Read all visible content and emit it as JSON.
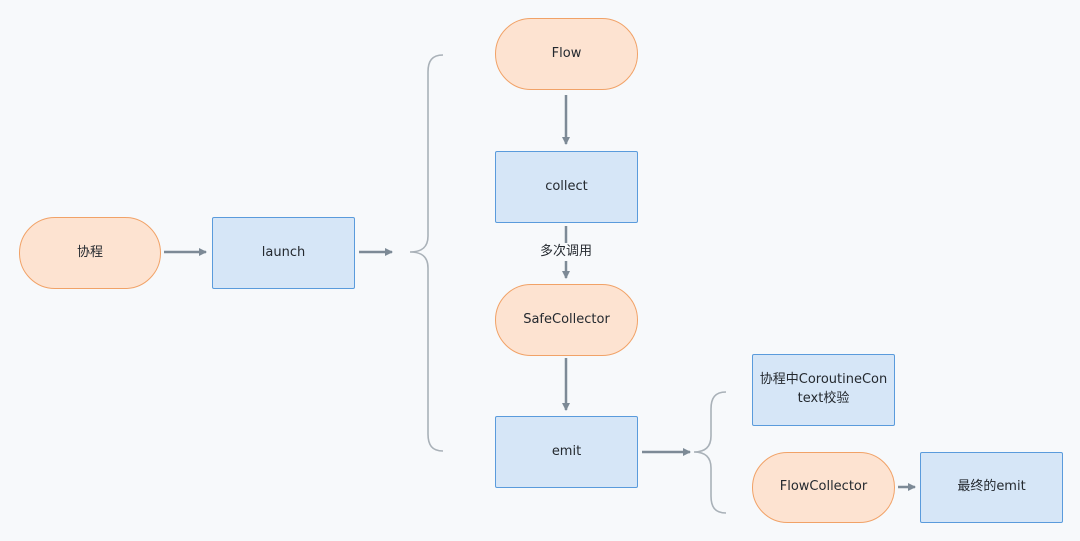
{
  "nodes": {
    "coroutine": "协程",
    "launch": "launch",
    "flow": "Flow",
    "collect": "collect",
    "safe_collector": "SafeCollector",
    "emit": "emit",
    "context_check": "协程中CoroutineContext校验",
    "flow_collector": "FlowCollector",
    "final_emit": "最终的emit"
  },
  "edge_labels": {
    "collect_to_safecollector": "多次调用"
  },
  "colors": {
    "pill_fill": "#fde3d1",
    "pill_border": "#f1a267",
    "rect_fill": "#d6e6f7",
    "rect_border": "#5a9bdc",
    "arrow": "#7d8a96",
    "brace": "#a9b1b8"
  }
}
